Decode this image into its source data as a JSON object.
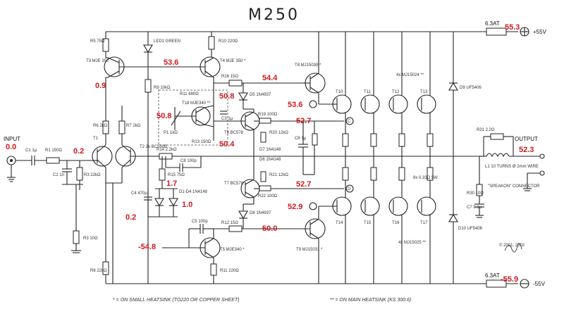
{
  "title": "M250",
  "footnotes": {
    "small_heatsink": "* = ON SMALL HEATSINK (TO220 OR COPPER SHEET)",
    "main_heatsink": "** = ON MAIN HEATSINK (KS 300.6)"
  },
  "copyright": "© 2001, 2002",
  "rails": {
    "pos_fuse": "6.3AT",
    "pos_label": "+55V",
    "pos_voltage": "55.3",
    "neg_fuse": "6.3AT",
    "neg_label": "-55V",
    "neg_voltage": "-55.9"
  },
  "io": {
    "input_label": "INPUT",
    "input_voltage": "0.0",
    "output_label": "OUTPUT",
    "output_voltage": "52.3",
    "speaker_label": "\"SPEAKON\" CONNECTOR"
  },
  "components": {
    "r5": "R5 75Ω",
    "t3": "T3 MJE 350",
    "led": "LED1 GREEN",
    "r10": "R10 220Ω",
    "t4": "T4 MJE 350 *",
    "r9": "R9 10kΩ",
    "t8": "T8 MJ15030 *",
    "r16": "R16 15Ω",
    "d5": "D5 1N4937",
    "rt": "R11 680Ω",
    "t10": "T10",
    "t11": "T11",
    "t12": "T12",
    "t13": "T13",
    "out_top": "4x MJ15024 **",
    "d9": "D9 UF5406",
    "t6": "T6 BC578",
    "c3": "C3 1µ",
    "tlbl": "T18 MJE340 **",
    "p1": "P1 1kΩ",
    "r13": "R13 150Ω",
    "r6": "R6 2kΩ",
    "r2b": "R7 2kΩ",
    "t1": "T1",
    "t2": "T2 2x BC550B",
    "c1": "C1 1µ",
    "r1": "R1 150Ω",
    "r3": "R3 22kΩ",
    "c2": "C2 1n",
    "r4": "R14 2.2kΩ",
    "c8": "C8 100p",
    "r15": "R15 75Ω",
    "c4": "C4 470µ",
    "d1": "D1-D4 1N4148",
    "r3b": "R3 10Ω",
    "t7": "T7 BC578",
    "d8": "D8 1N4937",
    "t9": "T9 MJ15031 *",
    "r8": "R8 22kΩ",
    "c5": "C5 100p",
    "t5": "T5 MJE340 *",
    "r11": "R11 220Ω",
    "r12": "R12 15Ω",
    "r31": "R31 2.2Ω",
    "l1": "L1 10 TURNS Ø 2mm WIRE",
    "r30": "R30 10Ω",
    "c7": "C7 0.1µ",
    "d10": "D10 UF5406",
    "out_bot": "4x MJ15025 **",
    "t14": "T14",
    "t15": "T15",
    "t16": "T16",
    "t17": "T17",
    "resistors": "8x 0.33Ω 5W",
    "c6": "C6 1µ",
    "d7": "D7 1N4148",
    "d6": "D6 1N4148",
    "r20": "R20 12kΩ",
    "r21": "R21 12kΩ",
    "r19": "R19 100Ω",
    "r22": "R22 100Ω"
  },
  "voltages": {
    "t3_base": "0.9",
    "t4_base": "53.6",
    "d5_top": "54.4",
    "bias_top": "50.8",
    "bias_left": "50.8",
    "bias_bot": "50.4",
    "out_a": "53.6",
    "node_c": "52.7",
    "t1_base": "0.2",
    "zener_mid": "1.7",
    "zener_low": "1.0",
    "node_d": "52.7",
    "out_b": "52.9",
    "t5_emit": "0.2",
    "t9_emit": "50.0",
    "t5_base": "-54.8"
  }
}
